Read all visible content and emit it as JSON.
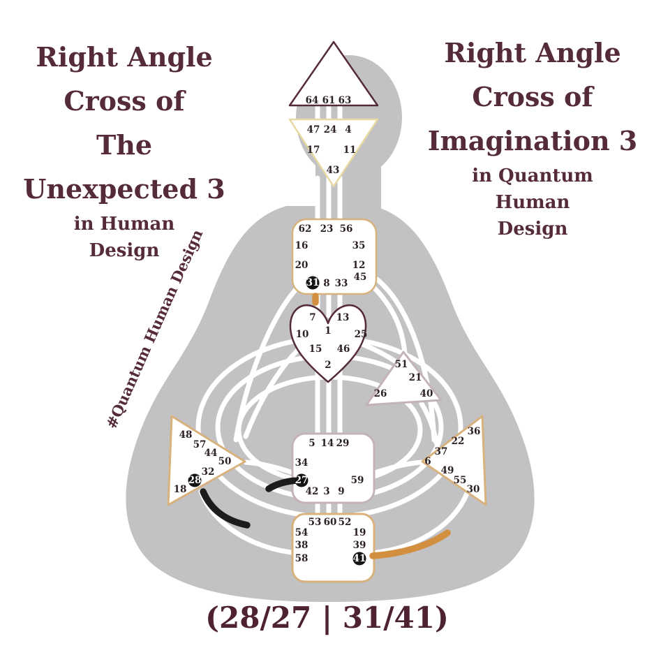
{
  "titles": {
    "left": {
      "lines": [
        "Right Angle",
        "Cross of",
        "The",
        "Unexpected 3"
      ],
      "subtitle": [
        "in Human",
        "Design"
      ]
    },
    "right": {
      "lines": [
        "Right Angle",
        "Cross of",
        "Imagination 3"
      ],
      "subtitle": [
        "in Quantum",
        "Human",
        "Design"
      ]
    },
    "hashtag": "#Quantum Human Design",
    "bottom": "(28/27 | 31/41)"
  },
  "colors": {
    "maroon": "#552a3a",
    "body_gray": "#c2c1c3",
    "gold": "#d8b27c",
    "cream": "#e7d9a2",
    "mauve": "#c3b3b8",
    "orange": "#d28f3f",
    "channel_black": "#1c1c1c",
    "highlight_dot": "#141414"
  },
  "centers": {
    "head": {
      "label": "head-center",
      "gates": [
        "64",
        "61",
        "63"
      ]
    },
    "ajna": {
      "label": "ajna-center",
      "gates": [
        "47",
        "24",
        "4",
        "17",
        "11",
        "43"
      ]
    },
    "throat": {
      "label": "throat-center",
      "gates": [
        "62",
        "23",
        "56",
        "16",
        "35",
        "20",
        "12",
        "45",
        "31",
        "8",
        "33"
      ]
    },
    "g": {
      "label": "g-center",
      "gates": [
        "7",
        "13",
        "1",
        "10",
        "25",
        "15",
        "46",
        "2"
      ]
    },
    "ego": {
      "label": "ego-center",
      "gates": [
        "51",
        "21",
        "26",
        "40"
      ]
    },
    "spleen": {
      "label": "spleen-center",
      "gates": [
        "48",
        "57",
        "44",
        "50",
        "32",
        "28",
        "18"
      ]
    },
    "solar": {
      "label": "solar-plexus-center",
      "gates": [
        "36",
        "22",
        "37",
        "6",
        "49",
        "55",
        "30"
      ]
    },
    "sacral": {
      "label": "sacral-center",
      "gates": [
        "5",
        "14",
        "29",
        "34",
        "27",
        "59",
        "42",
        "3",
        "9"
      ]
    },
    "root": {
      "label": "root-center",
      "gates": [
        "53",
        "60",
        "52",
        "54",
        "19",
        "38",
        "39",
        "58",
        "41"
      ]
    }
  },
  "highlighted_gates": [
    "31",
    "28",
    "27",
    "41"
  ]
}
